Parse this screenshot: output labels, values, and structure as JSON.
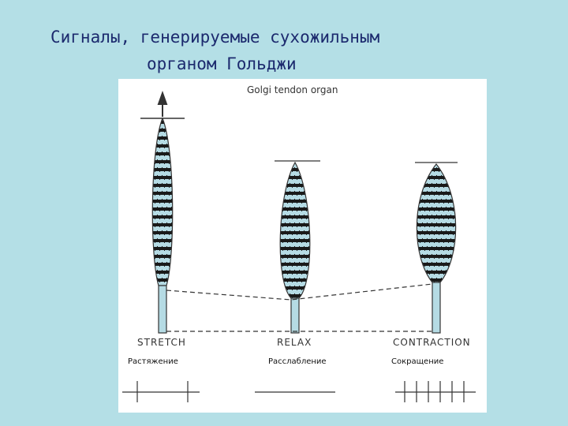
{
  "title": {
    "line1": "Сигналы, генерируемые сухожильным",
    "line2": "органом Гольджи"
  },
  "figure": {
    "caption": "Golgi tendon organ",
    "states": [
      {
        "label_en": "STRETCH",
        "label_ru": "Растяжение"
      },
      {
        "label_en": "RELAX",
        "label_ru": "Расслабление"
      },
      {
        "label_en": "CONTRACTION",
        "label_ru": "Сокращение"
      }
    ]
  }
}
